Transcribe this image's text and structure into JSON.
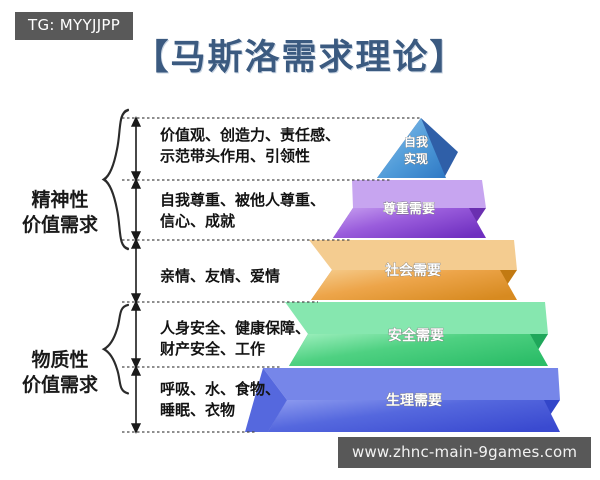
{
  "badge": {
    "label": "TG: MYYJJPP"
  },
  "title": {
    "text": "【马斯洛需求理论】"
  },
  "watermark": {
    "text": "www.zhnc-main-9games.com"
  },
  "groups": [
    {
      "id": "spiritual",
      "label": "精神性\n价值需求"
    },
    {
      "id": "material",
      "label": "物质性\n价值需求"
    }
  ],
  "descriptions": [
    {
      "id": "self-actualization",
      "text": "价值观、创造力、责任感、\n示范带头作用、引领性"
    },
    {
      "id": "esteem",
      "text": "自我尊重、被他人尊重、\n信心、成就"
    },
    {
      "id": "social",
      "text": "亲情、友情、爱情"
    },
    {
      "id": "safety",
      "text": "人身安全、健康保障、\n财产安全、工作"
    },
    {
      "id": "physiological",
      "text": "呼吸、水、食物、\n睡眠、衣物"
    }
  ],
  "pyramid": {
    "tiers": [
      {
        "id": "self-actualization",
        "label": "自我实现",
        "label_lines": [
          "自我",
          "实现"
        ],
        "color": "#4f9bd9",
        "side_color": "#2f5fa8"
      },
      {
        "id": "esteem",
        "label": "尊重需要",
        "label_lines": [
          "尊重需要"
        ],
        "color": "#9b5bdd",
        "side_color": "#6a2fb0"
      },
      {
        "id": "social",
        "label": "社会需要",
        "label_lines": [
          "社会需要"
        ],
        "color": "#eda54a",
        "side_color": "#c57c16"
      },
      {
        "id": "safety",
        "label": "安全需要",
        "label_lines": [
          "安全需要"
        ],
        "color": "#4fd182",
        "side_color": "#23a95c"
      },
      {
        "id": "physiological",
        "label": "生理需要",
        "label_lines": [
          "生理需要"
        ],
        "color": "#4f63dc",
        "side_color": "#2937b5"
      }
    ]
  }
}
